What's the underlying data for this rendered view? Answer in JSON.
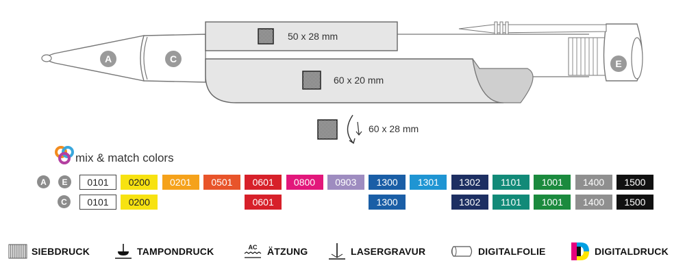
{
  "pen": {
    "part_labels": [
      "A",
      "C",
      "E"
    ],
    "print_areas": [
      {
        "size": "50 x 28 mm"
      },
      {
        "size": "60 x 20 mm"
      },
      {
        "size": "60 x 28 mm"
      }
    ]
  },
  "mix_match": {
    "label": "mix & match colors"
  },
  "color_rows": [
    {
      "labels": [
        "A",
        "E"
      ],
      "swatches": [
        {
          "code": "0101",
          "bg": "#ffffff",
          "fg": "#222222",
          "outlined": true
        },
        {
          "code": "0200",
          "bg": "#f7e211",
          "fg": "#222222"
        },
        {
          "code": "0201",
          "bg": "#f5a21b",
          "fg": "#ffffff"
        },
        {
          "code": "0501",
          "bg": "#e8542a",
          "fg": "#ffffff"
        },
        {
          "code": "0601",
          "bg": "#d7202a",
          "fg": "#ffffff"
        },
        {
          "code": "0800",
          "bg": "#e2177b",
          "fg": "#ffffff"
        },
        {
          "code": "0903",
          "bg": "#9e8cc0",
          "fg": "#ffffff"
        },
        {
          "code": "1300",
          "bg": "#1a5ea6",
          "fg": "#ffffff"
        },
        {
          "code": "1301",
          "bg": "#1f95d3",
          "fg": "#ffffff"
        },
        {
          "code": "1302",
          "bg": "#1d2f62",
          "fg": "#ffffff"
        },
        {
          "code": "1101",
          "bg": "#128a78",
          "fg": "#ffffff"
        },
        {
          "code": "1001",
          "bg": "#1b8a3e",
          "fg": "#ffffff"
        },
        {
          "code": "1400",
          "bg": "#8f8f8f",
          "fg": "#ffffff"
        },
        {
          "code": "1500",
          "bg": "#111111",
          "fg": "#ffffff"
        }
      ]
    },
    {
      "labels": [
        "C"
      ],
      "swatches": [
        {
          "code": "0101",
          "bg": "#ffffff",
          "fg": "#222222",
          "outlined": true,
          "col": 0
        },
        {
          "code": "0200",
          "bg": "#f7e211",
          "fg": "#222222",
          "col": 1
        },
        {
          "code": "0601",
          "bg": "#d7202a",
          "fg": "#ffffff",
          "col": 4
        },
        {
          "code": "1300",
          "bg": "#1a5ea6",
          "fg": "#ffffff",
          "col": 7
        },
        {
          "code": "1302",
          "bg": "#1d2f62",
          "fg": "#ffffff",
          "col": 9
        },
        {
          "code": "1101",
          "bg": "#128a78",
          "fg": "#ffffff",
          "col": 10
        },
        {
          "code": "1001",
          "bg": "#1b8a3e",
          "fg": "#ffffff",
          "col": 11
        },
        {
          "code": "1400",
          "bg": "#8f8f8f",
          "fg": "#ffffff",
          "col": 12
        },
        {
          "code": "1500",
          "bg": "#111111",
          "fg": "#ffffff",
          "col": 13
        }
      ]
    }
  ],
  "legend": [
    {
      "icon": "screen-print-icon",
      "label": "SIEBDRUCK"
    },
    {
      "icon": "pad-print-icon",
      "label": "TAMPONDRUCK"
    },
    {
      "icon": "etching-icon",
      "icon_text": "AC",
      "label": "ÄTZUNG"
    },
    {
      "icon": "laser-engraving-icon",
      "label": "LASERGRAVUR"
    },
    {
      "icon": "digital-foil-icon",
      "label": "DIGITALFOLIE"
    },
    {
      "icon": "digital-print-icon",
      "label": "DIGITALDRUCK"
    }
  ]
}
